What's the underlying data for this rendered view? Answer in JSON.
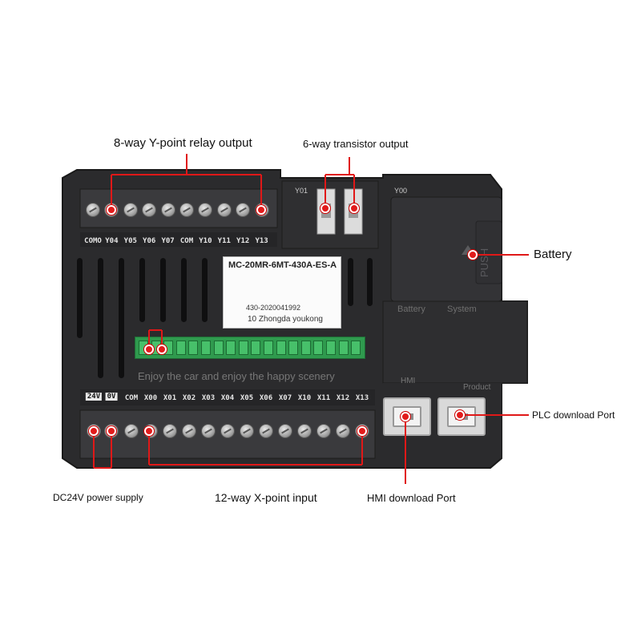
{
  "callouts": {
    "y_relay": "8-way Y-point relay output",
    "transistor": "6-way transistor output",
    "battery": "Battery",
    "plc_port": "PLC download Port",
    "hmi_port": "HMI download Port",
    "x_input": "12-way X-point input",
    "power": "DC24V power supply"
  },
  "device": {
    "model_label": "MC-20MR-6MT-430A-ES-A",
    "serial": "430-2020041992",
    "maker_line": "10 Zhongda youkong",
    "slogan": "Enjoy the car and enjoy the happy scenery",
    "push_text": "PUSH",
    "battery_tab": "Battery",
    "system_tab": "System",
    "hmi_port_label": "HMI",
    "product_port_label": "Product",
    "y01": "Y01",
    "y00": "Y00"
  },
  "top_terminals": [
    "COMO",
    "Y04",
    "Y05",
    "Y06",
    "Y07",
    "COM",
    "Y10",
    "Y11",
    "Y12",
    "Y13"
  ],
  "bottom_terminals": [
    "COM",
    "X00",
    "X01",
    "X02",
    "X03",
    "X04",
    "X05",
    "X06",
    "X07",
    "X10",
    "X11",
    "X12",
    "X13"
  ],
  "power_terminals": [
    "24V",
    "0V"
  ],
  "colors": {
    "housing": "#2b2b2d",
    "callout_line": "#e01818",
    "terminal_green": "#2f9a4e"
  }
}
